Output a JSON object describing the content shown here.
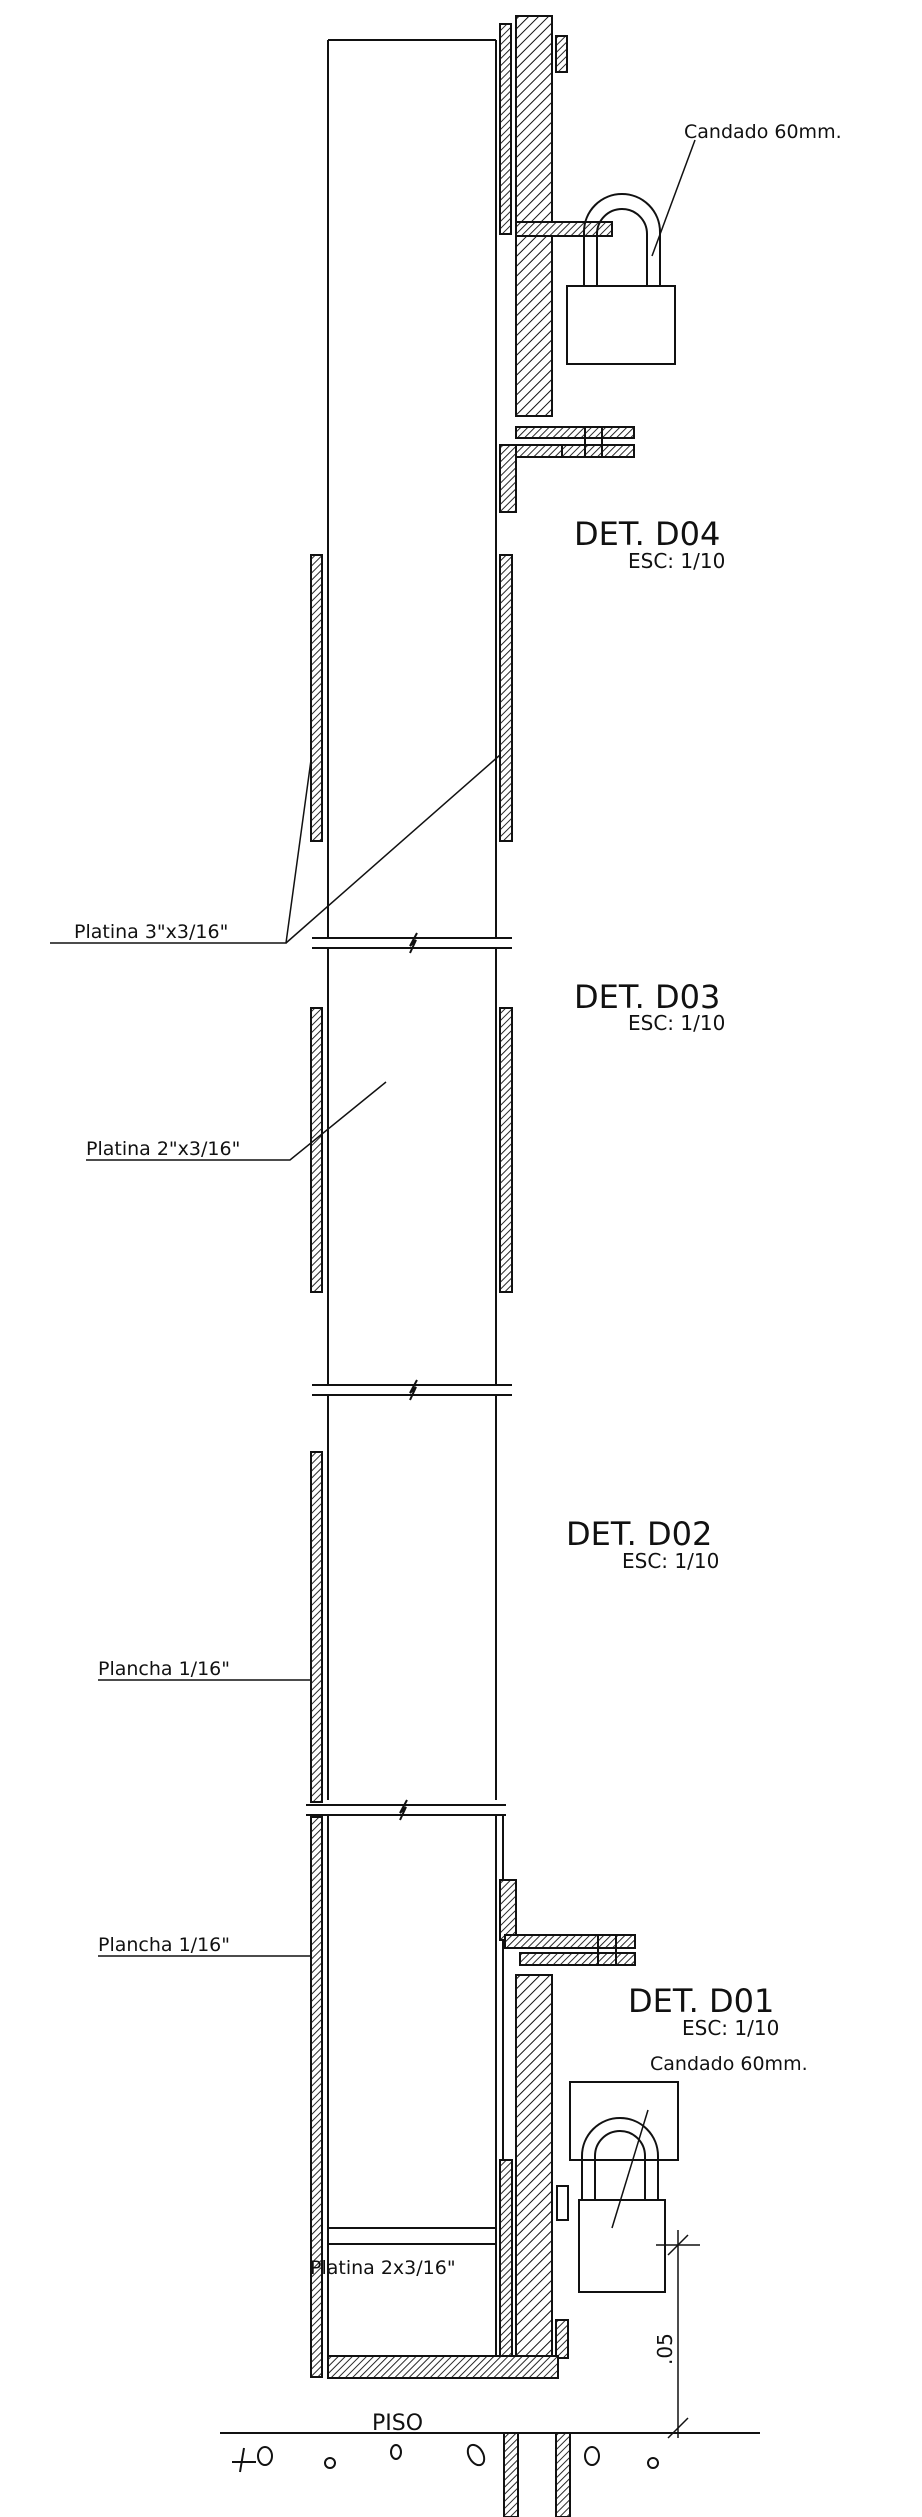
{
  "details": [
    {
      "id": "d04",
      "title": "DET. D04",
      "scale": "ESC: 1/10"
    },
    {
      "id": "d03",
      "title": "DET. D03",
      "scale": "ESC: 1/10"
    },
    {
      "id": "d02",
      "title": "DET. D02",
      "scale": "ESC: 1/10"
    },
    {
      "id": "d01",
      "title": "DET. D01",
      "scale": "ESC: 1/10"
    }
  ],
  "annotations": {
    "candado_top": "Candado 60mm.",
    "candado_bottom": "Candado 60mm.",
    "platina_3": "Platina 3\"x3/16\"",
    "platina_2": "Platina 2\"x3/16\"",
    "plancha_upper": "Plancha 1/16\"",
    "plancha_lower": "Plancha 1/16\"",
    "platina_2x3": "Platina 2x3/16\"",
    "piso": "PISO",
    "dimension": ".05"
  },
  "colors": {
    "line": "#111111",
    "background": "#ffffff"
  }
}
